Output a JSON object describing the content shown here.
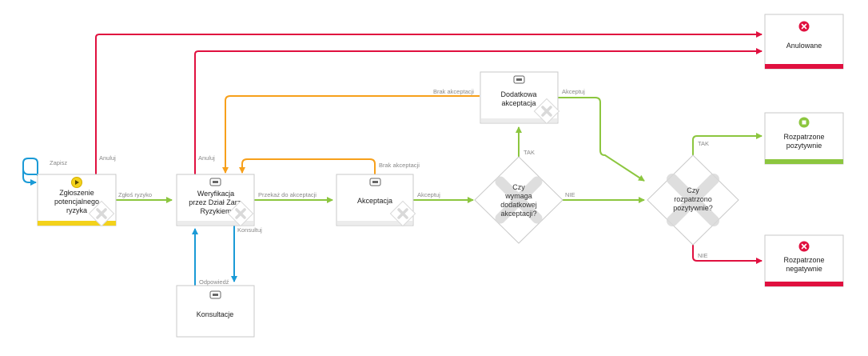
{
  "colors": {
    "red": "#e0103f",
    "green": "#8cc63f",
    "orange": "#f7a01b",
    "blue": "#1a9ad6",
    "start_yellow": "#f3d21b",
    "end_green_bar": "#8cc63f",
    "end_red_bar": "#e0103f"
  },
  "nodes": {
    "start": {
      "lines": [
        "Zgłoszenie",
        "potencjalnego",
        "ryzyka"
      ],
      "icon": "play-circle-icon"
    },
    "weryfikacja": {
      "lines": [
        "Weryfikacja",
        "przez Dział Zarz.",
        "Ryzykiem"
      ],
      "icon": "task-icon"
    },
    "akceptacja": {
      "lines": [
        "Akceptacja"
      ],
      "icon": "task-icon"
    },
    "dodatkowa": {
      "lines": [
        "Dodatkowa",
        "akceptacja"
      ],
      "icon": "task-icon"
    },
    "konsultacje": {
      "lines": [
        "Konsultacje"
      ],
      "icon": "task-icon"
    },
    "gw1": {
      "lines": [
        "Czy",
        "wymaga",
        "dodatkowej",
        "akceptacji?"
      ]
    },
    "gw2": {
      "lines": [
        "Czy",
        "rozpatrzono",
        "pozytywnie?"
      ]
    },
    "anulowane": {
      "lines": [
        "Anulowane"
      ],
      "icon": "cancel-circle-icon"
    },
    "pozytywnie": {
      "lines": [
        "Rozpatrzone",
        "pozytywnie"
      ],
      "icon": "stop-circle-icon"
    },
    "negatywnie": {
      "lines": [
        "Rozpatrzone",
        "negatywnie"
      ],
      "icon": "cancel-circle-icon"
    }
  },
  "edges": {
    "zapisz": "Zapisz",
    "anuluj1": "Anuluj",
    "anuluj2": "Anuluj",
    "zglos": "Zgłoś ryzyko",
    "przekaz": "Przekaż do akceptacji",
    "akceptuj1": "Akceptuj",
    "brak1": "Brak akceptacji",
    "brak2": "Brak akceptacji",
    "akceptuj2": "Akceptuj",
    "tak1": "TAK",
    "nie1": "NIE",
    "tak2": "TAK",
    "nie2": "NIE",
    "konsultuj": "Konsultuj",
    "odpowiedz": "Odpowiedź"
  }
}
